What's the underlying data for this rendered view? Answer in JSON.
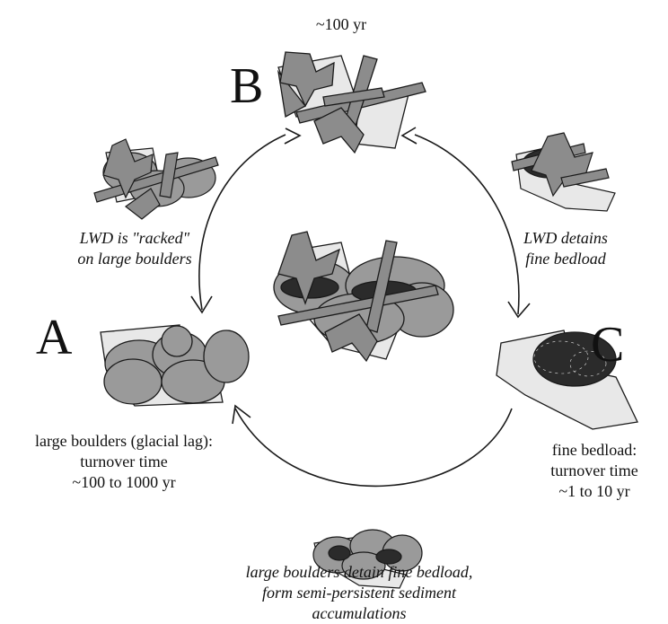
{
  "letters": {
    "a": "A",
    "b": "B",
    "c": "C"
  },
  "labels": {
    "b_time": "~100 yr",
    "a_lines": [
      "large boulders (glacial lag):",
      "turnover time",
      "~100 to 1000 yr"
    ],
    "c_lines": [
      "fine bedload:",
      "turnover time",
      "~1 to 10 yr"
    ],
    "ab_lines": [
      "LWD is \"racked\"",
      "on large boulders"
    ],
    "bc_lines": [
      "LWD detains",
      "fine bedload"
    ],
    "ac_lines": [
      "large boulders detain fine bedload,",
      "form semi-persistent sediment",
      "accumulations"
    ]
  },
  "colors": {
    "boulder": "#9a9a9a",
    "wood": "#8c8c8c",
    "slab": "#e8e8e8",
    "stroke": "#1a1a1a",
    "clast": "#2b2b2b"
  }
}
